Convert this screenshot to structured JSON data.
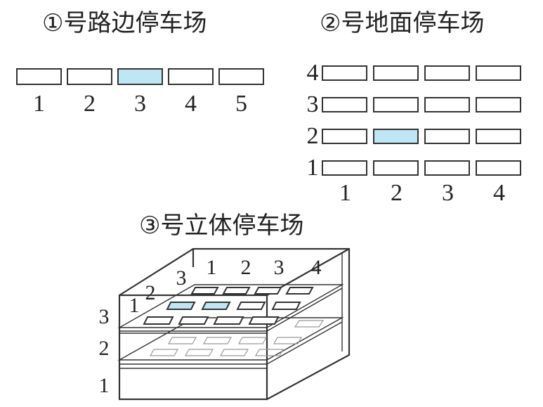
{
  "lot1": {
    "title": "①号路边停车场",
    "labels": [
      "1",
      "2",
      "3",
      "4",
      "5"
    ],
    "highlighted": "3"
  },
  "lot2": {
    "title": "②号地面停车场",
    "col_labels": [
      "1",
      "2",
      "3",
      "4"
    ],
    "row_labels": [
      "4",
      "3",
      "2",
      "1"
    ],
    "highlighted": {
      "row": "2",
      "col": "2"
    }
  },
  "lot3": {
    "title": "③号立体停车场",
    "floor_labels": [
      "3",
      "2",
      "1"
    ],
    "row_labels": [
      "1",
      "2",
      "3"
    ],
    "col_labels": [
      "1",
      "2",
      "3",
      "4"
    ],
    "highlighted_light": {
      "floor": "3",
      "row": "1",
      "col": "1"
    },
    "highlighted_dark": {
      "floor": "3",
      "row": "1",
      "col": "2"
    }
  },
  "colors": {
    "highlight_light": "#bfe6f5",
    "highlight_dark": "#8a8a8a",
    "line": "#333333"
  }
}
